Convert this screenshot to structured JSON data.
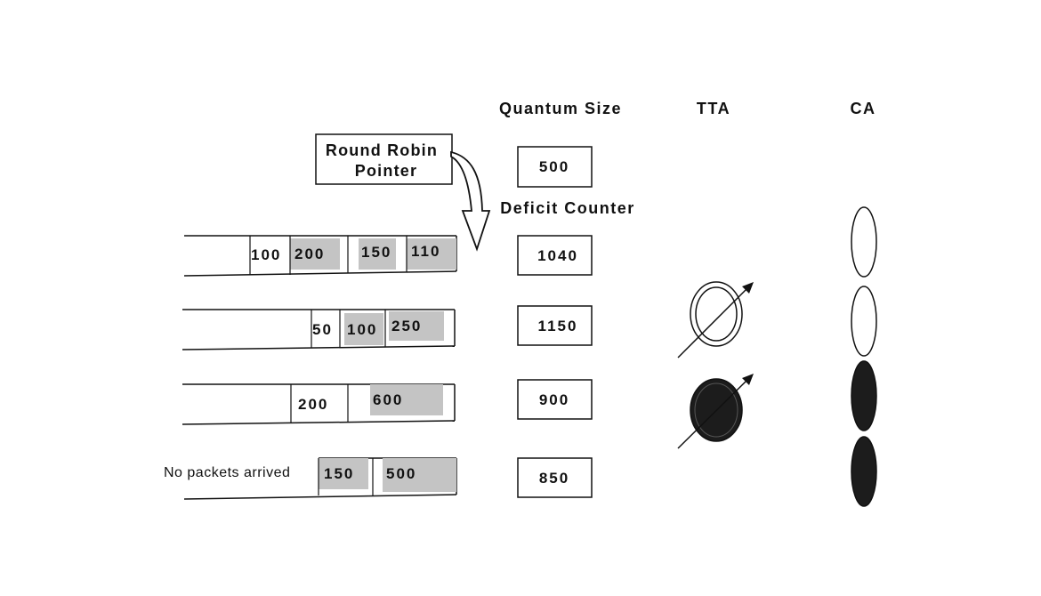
{
  "headers": {
    "quantum_size": "Quantum Size",
    "tta": "TTA",
    "ca": "CA",
    "deficit_counter": "Deficit Counter"
  },
  "round_robin_pointer": {
    "line1": "Round Robin",
    "line2": "Pointer"
  },
  "quantum_value": "500",
  "queues": [
    {
      "deficit": "1040",
      "packets": [
        {
          "label": "100",
          "shaded": false
        },
        {
          "label": "200",
          "shaded": true
        },
        {
          "label": "150",
          "shaded": true
        },
        {
          "label": "110",
          "shaded": true
        }
      ]
    },
    {
      "deficit": "1150",
      "packets": [
        {
          "label": "50",
          "shaded": false
        },
        {
          "label": "100",
          "shaded": true
        },
        {
          "label": "250",
          "shaded": true
        }
      ]
    },
    {
      "deficit": "900",
      "packets": [
        {
          "label": "200",
          "shaded": false
        },
        {
          "label": "600",
          "shaded": true
        }
      ]
    },
    {
      "deficit": "850",
      "note": "No packets arrived",
      "packets": [
        {
          "label": "150",
          "shaded": true
        },
        {
          "label": "500",
          "shaded": true
        }
      ]
    }
  ],
  "tta_icons": [
    {
      "row": 1,
      "filled": false
    },
    {
      "row": 2,
      "filled": true
    }
  ],
  "ca_icons": [
    {
      "row": 0,
      "filled": false
    },
    {
      "row": 1,
      "filled": false
    },
    {
      "row": 2,
      "filled": true
    },
    {
      "row": 3,
      "filled": true
    }
  ],
  "colors": {
    "shade": "#c4c4c4",
    "dark": "#1c1c1c",
    "line": "#111111"
  }
}
